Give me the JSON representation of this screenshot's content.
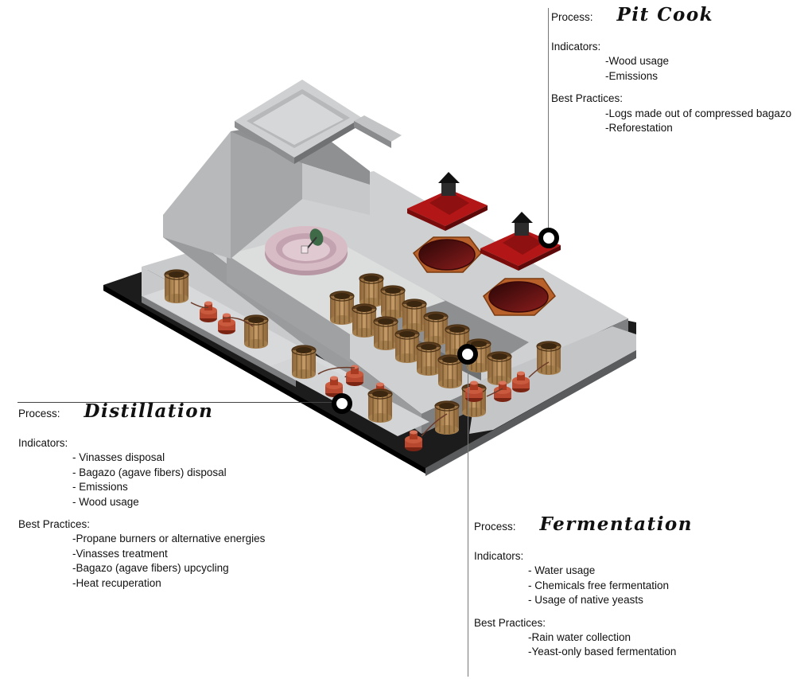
{
  "callouts": {
    "pit_cook": {
      "process_label": "Process:",
      "process_name": "Pit Cook",
      "indicators_label": "Indicators:",
      "indicators": [
        "-Wood usage",
        "-Emissions"
      ],
      "best_practices_label": "Best Practices:",
      "best_practices": [
        "-Logs made out of compressed bagazo",
        "-Reforestation"
      ]
    },
    "distillation": {
      "process_label": "Process:",
      "process_name": "Distillation",
      "indicators_label": "Indicators:",
      "indicators": [
        "- Vinasses disposal",
        "- Bagazo (agave fibers) disposal",
        "- Emissions",
        "- Wood usage"
      ],
      "best_practices_label": "Best Practices:",
      "best_practices": [
        "-Propane burners or alternative energies",
        "-Vinasses treatment",
        "-Bagazo (agave fibers) upcycling",
        "-Heat recuperation"
      ]
    },
    "fermentation": {
      "process_label": "Process:",
      "process_name": "Fermentation",
      "indicators_label": "Indicators:",
      "indicators": [
        "- Water usage",
        "- Chemicals free fermentation",
        "- Usage of native yeasts"
      ],
      "best_practices_label": "Best Practices:",
      "best_practices": [
        "-Rain water collection",
        "-Yeast-only based fermentation"
      ]
    }
  },
  "colors": {
    "concrete_top": "#d4d5d6",
    "concrete_side": "#9a9b9d",
    "base": "#1c1c1c",
    "oven_red": "#a01214",
    "pit_rim": "#8a1010",
    "barrel": "#b0895a",
    "still": "#b7472e",
    "mill": "#d5b8c2"
  }
}
